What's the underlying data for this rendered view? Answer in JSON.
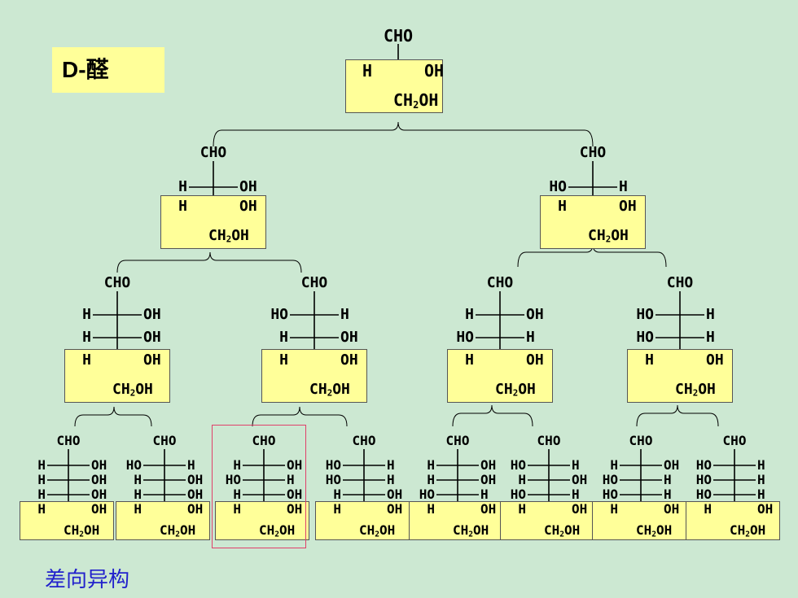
{
  "title": "D-醛",
  "caption": "差向异构",
  "labels": {
    "cho": "CHO",
    "ch2o_prefix": "CH",
    "ch2o_sub": "2",
    "ch2o_suffix": "OH",
    "oh": "OH",
    "ho": "HO",
    "h": "H"
  },
  "highlight_color": "#e0406a",
  "trees": {
    "level0": [
      {
        "id": "C3",
        "rows": [
          [
            "H",
            "OH"
          ]
        ]
      }
    ],
    "level1": [
      {
        "id": "C4a",
        "rows": [
          [
            "H",
            "OH"
          ],
          [
            "H",
            "OH"
          ]
        ]
      },
      {
        "id": "C4b",
        "rows": [
          [
            "HO",
            "H"
          ],
          [
            "H",
            "OH"
          ]
        ]
      }
    ],
    "level2": [
      {
        "id": "C5a",
        "rows": [
          [
            "H",
            "OH"
          ],
          [
            "H",
            "OH"
          ],
          [
            "H",
            "OH"
          ]
        ]
      },
      {
        "id": "C5b",
        "rows": [
          [
            "HO",
            "H"
          ],
          [
            "H",
            "OH"
          ],
          [
            "H",
            "OH"
          ]
        ]
      },
      {
        "id": "C5c",
        "rows": [
          [
            "H",
            "OH"
          ],
          [
            "HO",
            "H"
          ],
          [
            "H",
            "OH"
          ]
        ]
      },
      {
        "id": "C5d",
        "rows": [
          [
            "HO",
            "H"
          ],
          [
            "HO",
            "H"
          ],
          [
            "H",
            "OH"
          ]
        ]
      }
    ],
    "level3": [
      {
        "id": "C6-1",
        "rows": [
          [
            "H",
            "OH"
          ],
          [
            "H",
            "OH"
          ],
          [
            "H",
            "OH"
          ],
          [
            "H",
            "OH"
          ]
        ]
      },
      {
        "id": "C6-2",
        "rows": [
          [
            "HO",
            "H"
          ],
          [
            "H",
            "OH"
          ],
          [
            "H",
            "OH"
          ],
          [
            "H",
            "OH"
          ]
        ]
      },
      {
        "id": "C6-3",
        "rows": [
          [
            "H",
            "OH"
          ],
          [
            "HO",
            "H"
          ],
          [
            "H",
            "OH"
          ],
          [
            "H",
            "OH"
          ]
        ],
        "highlighted": true
      },
      {
        "id": "C6-4",
        "rows": [
          [
            "HO",
            "H"
          ],
          [
            "HO",
            "H"
          ],
          [
            "H",
            "OH"
          ],
          [
            "H",
            "OH"
          ]
        ]
      },
      {
        "id": "C6-5",
        "rows": [
          [
            "H",
            "OH"
          ],
          [
            "H",
            "OH"
          ],
          [
            "HO",
            "H"
          ],
          [
            "H",
            "OH"
          ]
        ]
      },
      {
        "id": "C6-6",
        "rows": [
          [
            "HO",
            "H"
          ],
          [
            "H",
            "OH"
          ],
          [
            "HO",
            "H"
          ],
          [
            "H",
            "OH"
          ]
        ]
      },
      {
        "id": "C6-7",
        "rows": [
          [
            "H",
            "OH"
          ],
          [
            "HO",
            "H"
          ],
          [
            "HO",
            "H"
          ],
          [
            "H",
            "OH"
          ]
        ]
      },
      {
        "id": "C6-8",
        "rows": [
          [
            "HO",
            "H"
          ],
          [
            "HO",
            "H"
          ],
          [
            "HO",
            "H"
          ],
          [
            "H",
            "OH"
          ]
        ]
      }
    ]
  }
}
